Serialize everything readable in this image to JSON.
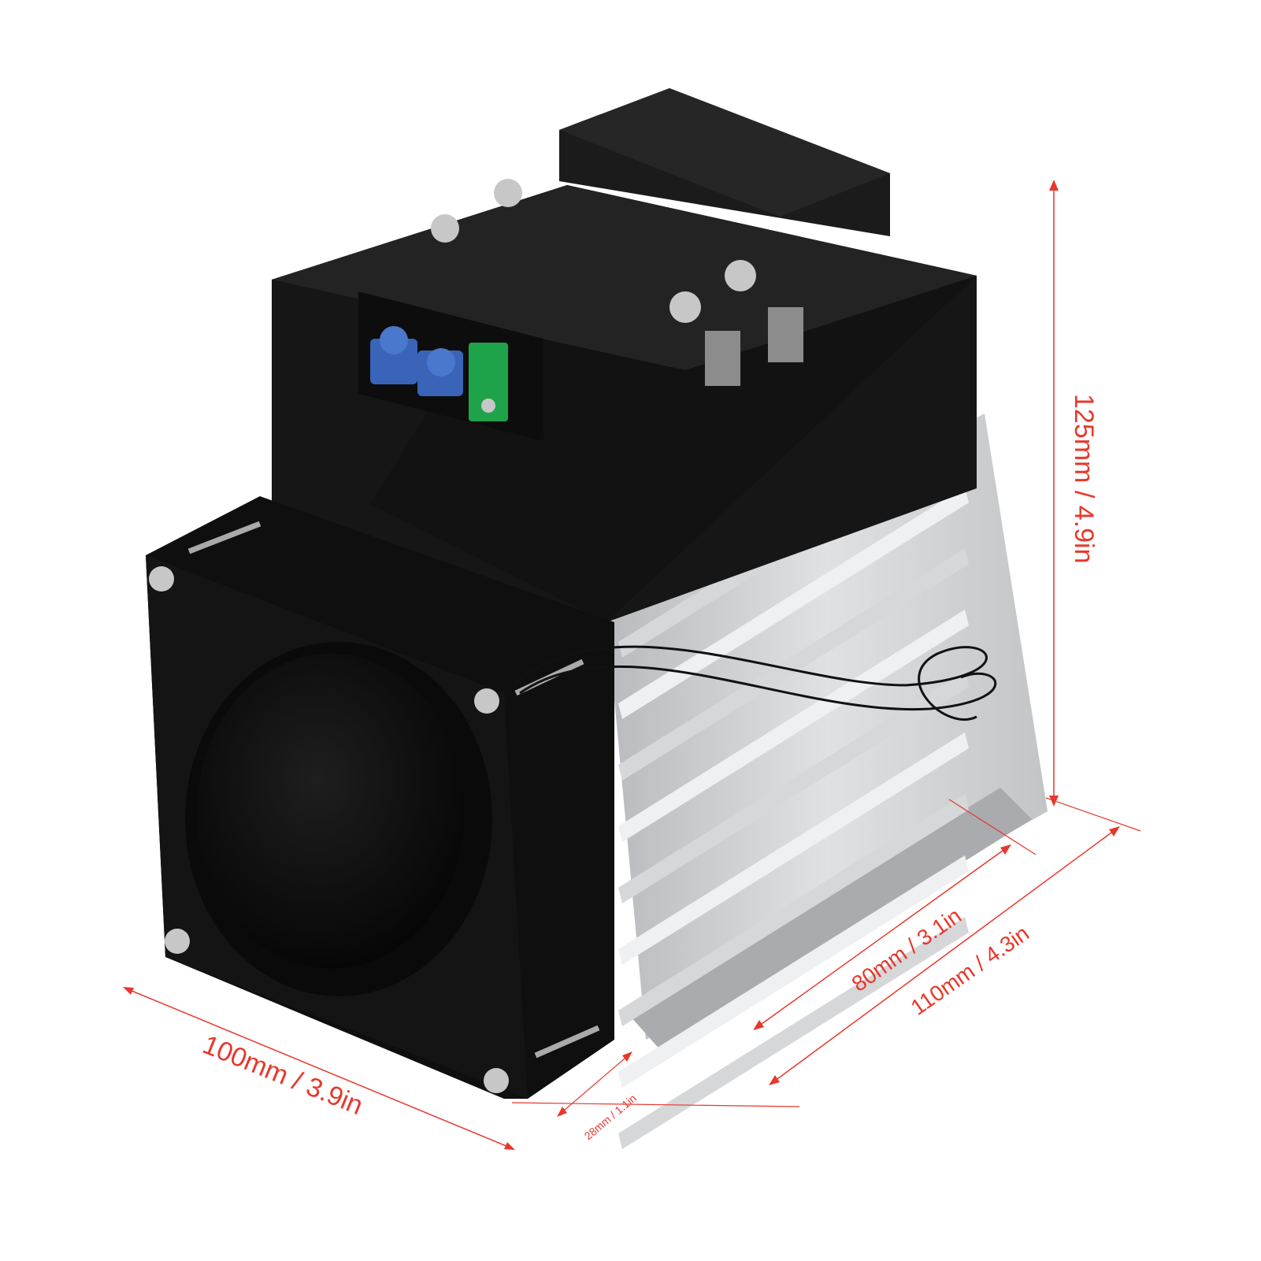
{
  "colors": {
    "dimension_line": "#e8372c",
    "dimension_text": "#e8372c",
    "relay_body": "#151515",
    "heatsink": "#c9cbcd",
    "fan_frame": "#121212",
    "potentiometer": "#3a64b8",
    "terminal_green": "#1fa34a",
    "screw": "#c7c7c7"
  },
  "dimensions": {
    "height": "125mm / 4.9in",
    "depth_80": "80mm / 3.1in",
    "depth_110": "110mm / 4.3in",
    "width": "100mm / 3.9in",
    "fan_thickness": "28mm / 1.1in"
  },
  "icons": [
    "fan-icon",
    "screw-icon",
    "potentiometer-icon",
    "terminal-block-icon"
  ]
}
